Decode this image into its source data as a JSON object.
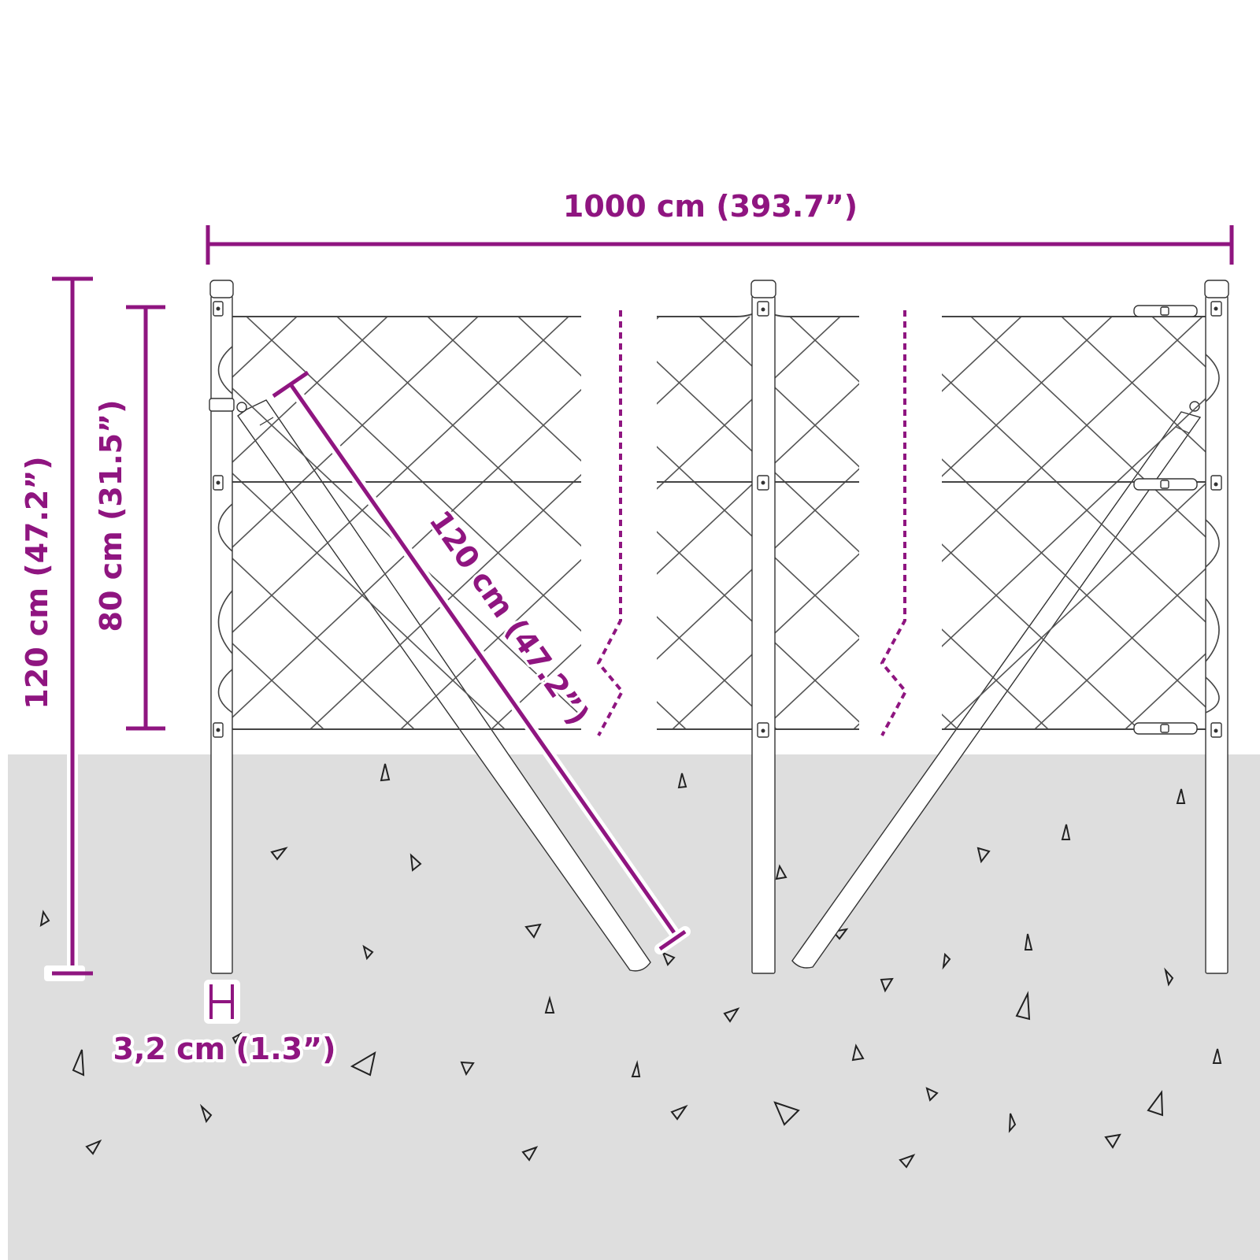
{
  "diagram": {
    "title": "Chain link fence dimensions",
    "accent_color": "#8f1580",
    "ground_color": "#dedede",
    "dimensions": {
      "total_length": {
        "label": "1000 cm (393.7”)"
      },
      "post_height": {
        "label": "120 cm (47.2”)"
      },
      "fence_height": {
        "label": "80 cm (31.5”)"
      },
      "brace_length": {
        "label": "120 cm (47.2”)"
      },
      "post_diameter": {
        "label": "3,2 cm (1.3”)"
      }
    },
    "components": {
      "posts": [
        "end-post-left",
        "middle-post",
        "end-post-right"
      ],
      "braces": [
        "brace-left",
        "brace-right"
      ],
      "mesh_panels": [
        "mesh-panel-left",
        "mesh-panel-middle",
        "mesh-panel-right"
      ],
      "break_markers": [
        "break-marker-left",
        "break-marker-right"
      ]
    }
  }
}
